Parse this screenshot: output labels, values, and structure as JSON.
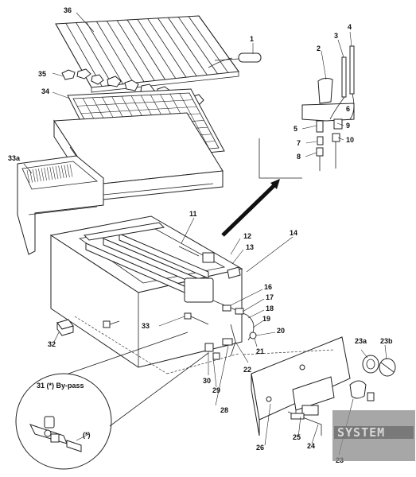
{
  "callouts": {
    "p1": "1",
    "p2": "2",
    "p3": "3",
    "p4": "4",
    "p5": "5",
    "p6": "6",
    "p7": "7",
    "p8": "8",
    "p9": "9",
    "p10": "10",
    "p11": "11",
    "p12": "12",
    "p13": "13",
    "p14": "14",
    "p16": "16",
    "p17": "17",
    "p18": "18",
    "p19": "19",
    "p20": "20",
    "p21": "21",
    "p22": "22",
    "p23": "23",
    "p23a": "23a",
    "p23b": "23b",
    "p24": "24",
    "p25": "25",
    "p26": "26",
    "p28": "28",
    "p29": "29",
    "p30": "30",
    "p32": "32",
    "p33": "33",
    "p33a": "33a",
    "p34": "34",
    "p35": "35",
    "p36": "36"
  },
  "bypass_label": "31 (*) By-pass",
  "bypass_marker": "(*)",
  "watermark": "SYSTEM"
}
